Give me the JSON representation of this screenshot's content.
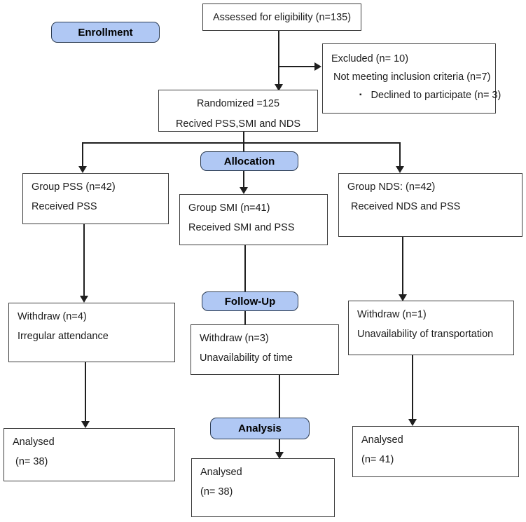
{
  "figure": {
    "stage_labels": {
      "enrollment": "Enrollment",
      "allocation": "Allocation",
      "follow_up": "Follow-Up",
      "analysis": "Analysis"
    },
    "nodes": {
      "assessed": {
        "line1": "Assessed for eligibility (n=135)"
      },
      "excluded": {
        "line1": "Excluded (n= 10)",
        "line2": "Not meeting inclusion criteria (n=7)",
        "bullet": "▪",
        "line3": "Declined to participate (n= 3)"
      },
      "randomized": {
        "line1": "Randomized =125",
        "line2": "Recived PSS,SMI and NDS"
      },
      "group_pss": {
        "line1": "Group PSS (n=42)",
        "line2": "Received PSS"
      },
      "group_smi": {
        "line1": "Group SMI (n=41)",
        "line2": "Received SMI and PSS"
      },
      "group_nds": {
        "line1": "Group NDS: (n=42)",
        "line2": "Received NDS and PSS"
      },
      "withdraw_pss": {
        "line1": "Withdraw (n=4)",
        "line2": "Irregular attendance"
      },
      "withdraw_smi": {
        "line1": "Withdraw (n=3)",
        "line2": "Unavailability of time"
      },
      "withdraw_nds": {
        "line1": "Withdraw (n=1)",
        "line2": "Unavailability of transportation"
      },
      "analysed_pss": {
        "line1": "Analysed",
        "line2": "(n= 38)"
      },
      "analysed_smi": {
        "line1": "Analysed",
        "line2": "(n= 38)"
      },
      "analysed_nds": {
        "line1": "Analysed",
        "line2": "(n= 41)"
      }
    },
    "colors": {
      "stage_fill": "#b0c8f4",
      "stage_border": "#2b3b52",
      "box_border": "#3d3d3d",
      "connector": "#1f1f1f"
    }
  }
}
